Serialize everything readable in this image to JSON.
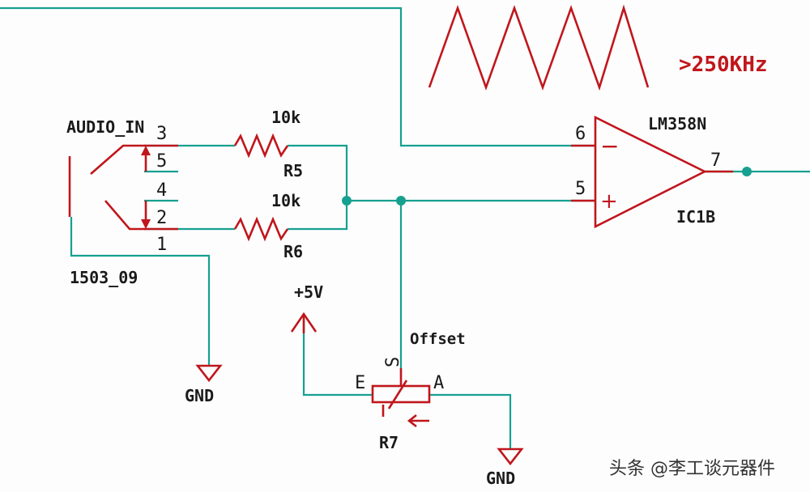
{
  "colors": {
    "wire": "#16a090",
    "symbol": "#c0161c",
    "text": "#1a1a1a",
    "node": "#16a090"
  },
  "frequency_label": ">250KHz",
  "jack": {
    "name": "AUDIO_IN",
    "part": "1503_09",
    "pins": [
      "3",
      "5",
      "4",
      "2",
      "1"
    ]
  },
  "resistors": {
    "r5": {
      "ref": "R5",
      "value": "10k"
    },
    "r6": {
      "ref": "R6",
      "value": "10k"
    },
    "r7": {
      "ref": "R7",
      "pin_s": "S",
      "pin_e": "E",
      "pin_a": "A",
      "label": "Offset"
    }
  },
  "opamp": {
    "part": "LM358N",
    "ref": "IC1B",
    "pin_inv": "6",
    "pin_noninv": "5",
    "pin_out": "7",
    "minus": "−",
    "plus": "+"
  },
  "power": {
    "vcc": "+5V",
    "gnd1": "GND",
    "gnd2": "GND"
  },
  "watermark": "头条 @李工谈元器件"
}
